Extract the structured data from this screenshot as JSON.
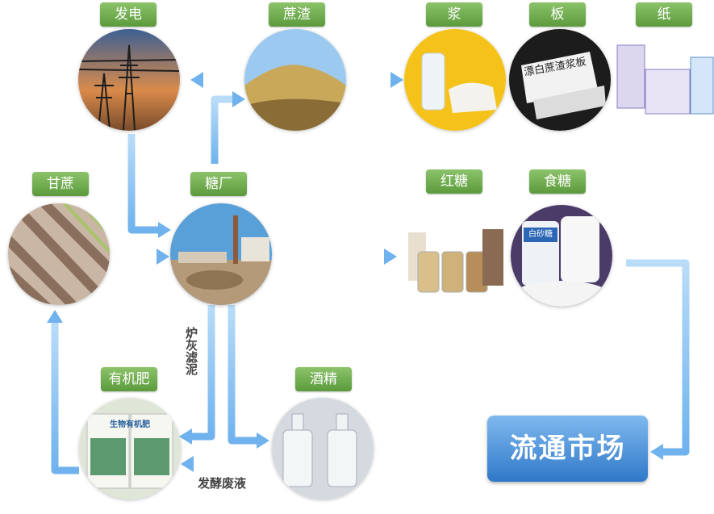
{
  "nodes": {
    "power": {
      "label": "发电"
    },
    "bagasse": {
      "label": "蔗渣"
    },
    "pulp": {
      "label": "浆"
    },
    "board": {
      "label": "板",
      "photo_text": "漂白蔗渣浆板"
    },
    "paper": {
      "label": "纸"
    },
    "sugarcane": {
      "label": "甘蔗"
    },
    "sugar_mill": {
      "label": "糖厂"
    },
    "brown_sugar": {
      "label": "红糖"
    },
    "table_sugar": {
      "label": "食糖",
      "photo_text": "白砂糖"
    },
    "fertilizer": {
      "label": "有机肥",
      "photo_text": "生物有机肥"
    },
    "alcohol": {
      "label": "酒精"
    }
  },
  "market": {
    "label": "流通市场"
  },
  "edge_labels": {
    "filter_mud": "炉灰滤泥",
    "waste_liquid": "发酵废液"
  },
  "colors": {
    "label_green": "#6aaa47",
    "arrow_blue": "#7fbdf0",
    "market_blue": "#3d88d6"
  }
}
